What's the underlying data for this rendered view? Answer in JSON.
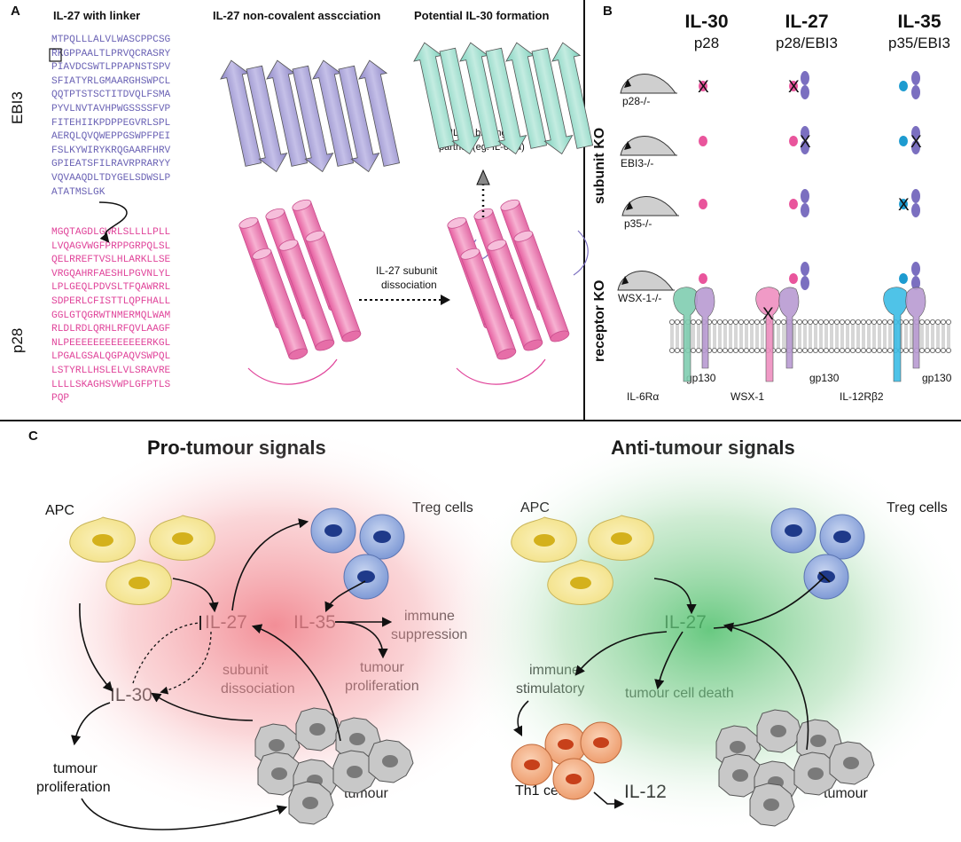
{
  "panel_a": {
    "letter": "A",
    "header_seq": "IL-27 with linker",
    "header_assoc": "IL-27 non-covalent asscciation",
    "header_il30": "Potential IL-30 formation",
    "ebi3_label": "EBI3",
    "p28_label": "p28",
    "ebi3_seq": [
      "MTPQLLLALVLWASCPPCSG",
      "RKGPPAALTLPRVQCRASRY",
      "PIAVDCSWTLPPAPNSTSPV",
      "SFIATYRLGMAARGHSWPCL",
      "QQTPTSTSCTITDVQLFSMA",
      "PYVLNVTAVHPWGSSSSFVP",
      "FITEHIIKPDPPEGVRLSPL",
      "AERQLQVQWEPPGSWPFPEI",
      "FSLKYWIRYKRQGAARFHRV",
      "GPIEATSFILRAVRPRARYY",
      "VQVAAQDLTDYGELSDWSLP",
      "ATATMSLGK"
    ],
    "p28_seq": [
      "MGQTAGDLGWRLSLLLLPLL",
      "LVQAGVWGFPRPPGRPQLSL",
      "QELRREFTVSLHLARKLLSE",
      "VRGQAHRFAESHLPGVNLYL",
      "LPLGEQLPDVSLTFQAWRRL",
      "SDPERLCFISTTLQPFHALL",
      "GGLGTQGRWTNMERMQLWAM",
      "RLDLRDLQRHLRFQVLAAGF",
      "NLPEEEEEEEEEEEEERKGL",
      "LPGALGSALQGPAQVSWPQL",
      "LSTYRLLHSLELVLSRAVRE",
      "LLLLSKAGHSVWPLGFPTLS",
      "PQP"
    ],
    "binding_partner": [
      "IL-30 binding",
      "partner (eg. IL-6Rα)"
    ],
    "dissociation": [
      "IL-27 subunit",
      "dissociation"
    ]
  },
  "panel_b": {
    "letter": "B",
    "columns": [
      {
        "name": "IL-30",
        "sub": "p28"
      },
      {
        "name": "IL-27",
        "sub": "p28/EBI3"
      },
      {
        "name": "IL-35",
        "sub": "p35/EBI3"
      }
    ],
    "subunit_ko_label": "subunit KO",
    "receptor_ko_label": "receptor KO",
    "mice": [
      "p28-/-",
      "EBI3-/-",
      "p35-/-",
      "WSX-1-/-"
    ],
    "receptors": [
      "IL-6Rα",
      "gp130",
      "WSX-1",
      "gp130",
      "IL-12Rβ2",
      "gp130"
    ],
    "knockout_mark": "X",
    "colors": {
      "p28": "#e9559c",
      "ebi3": "#7b6fc0",
      "p35": "#1d9bd0",
      "il6ra": "#7fcdb0",
      "wsx1": "#ee8fc0",
      "il12rb2": "#3cbde6",
      "gp130": "#b89ad2"
    }
  },
  "panel_c": {
    "letter": "C",
    "pro_title": "Pro-tumour signals",
    "anti_title": "Anti-tumour signals",
    "pro": {
      "apc": "APC",
      "treg": "Treg cells",
      "il27": "IL-27",
      "il35": "IL-35",
      "il30": "IL-30",
      "immune_suppression": [
        "immune",
        "suppression"
      ],
      "tumour_prolif_right": [
        "tumour",
        "proliferation"
      ],
      "subunit_dissociation": [
        "subunit",
        "dissociation"
      ],
      "tumour_prolif_left": [
        "tumour",
        "proliferation"
      ],
      "tumour": "tumour"
    },
    "anti": {
      "apc": "APC",
      "treg": "Treg cells",
      "il27": "IL-27",
      "immune_stimulatory": [
        "immune",
        "stimulatory"
      ],
      "tumour_cell_death": "tumour cell death",
      "th1": "Th1 cells",
      "il12": "IL-12",
      "tumour": "tumour"
    },
    "colors": {
      "pro_glow": "#f08080",
      "anti_glow": "#5cc777",
      "apc": "#f7e9a0",
      "treg": "#93aede",
      "th1": "#f5b48c",
      "tumour": "#bdbdbd"
    }
  }
}
